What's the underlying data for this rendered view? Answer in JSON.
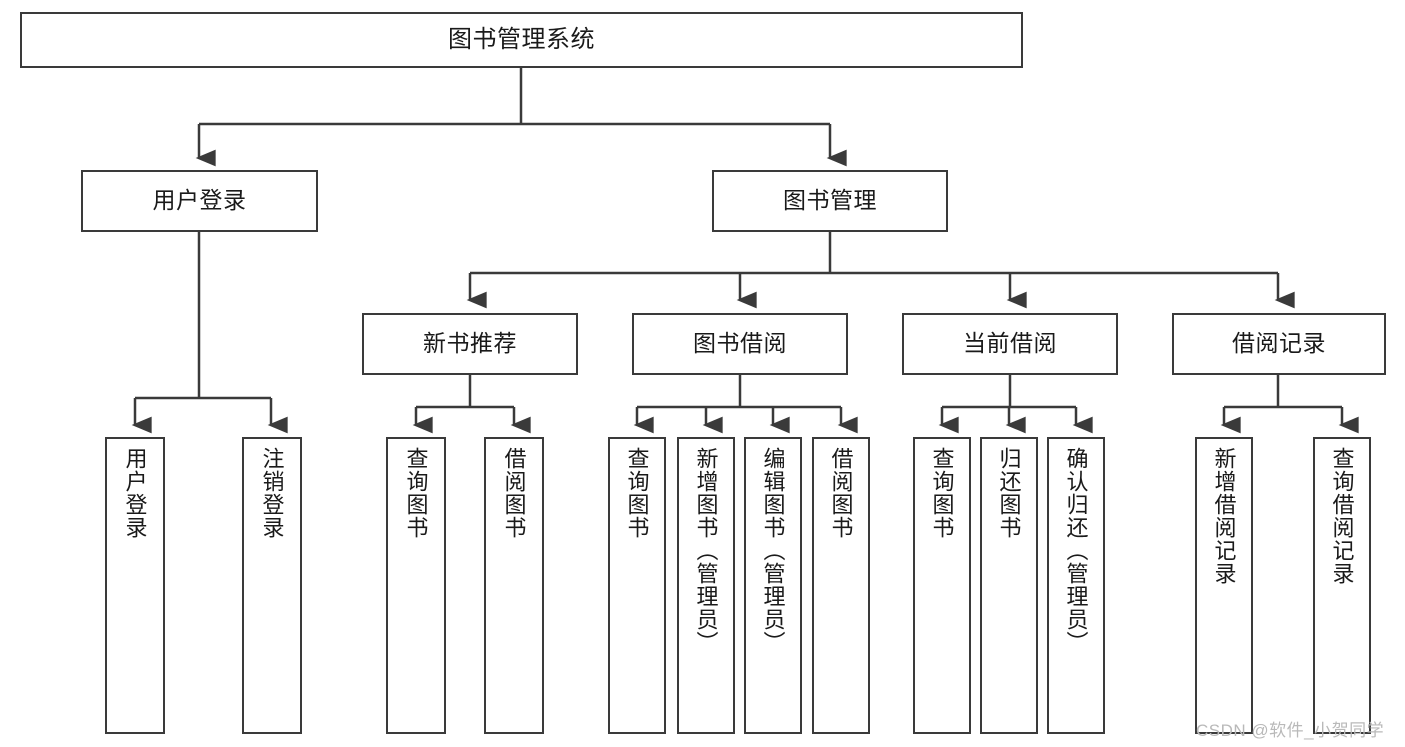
{
  "diagram": {
    "title": "图书管理系统",
    "type": "tree",
    "root": {
      "label": "图书管理系统"
    },
    "level1": [
      {
        "label": "用户登录"
      },
      {
        "label": "图书管理"
      }
    ],
    "level2": [
      {
        "label": "新书推荐"
      },
      {
        "label": "图书借阅"
      },
      {
        "label": "当前借阅"
      },
      {
        "label": "借阅记录"
      }
    ],
    "leaves": [
      {
        "label": "用户登录"
      },
      {
        "label": "注销登录"
      },
      {
        "label": "查询图书"
      },
      {
        "label": "借阅图书"
      },
      {
        "label": "查询图书"
      },
      {
        "label": "新增图书（管理员）"
      },
      {
        "label": "编辑图书（管理员）"
      },
      {
        "label": "借阅图书"
      },
      {
        "label": "查询图书"
      },
      {
        "label": "归还图书"
      },
      {
        "label": "确认归还（管理员）"
      },
      {
        "label": "新增借阅记录"
      },
      {
        "label": "查询借阅记录"
      }
    ],
    "colors": {
      "stroke": "#3a3a3a",
      "text": "#1a1a1a",
      "background": "#ffffff",
      "watermark": "#b9b9b9"
    }
  },
  "watermark": {
    "text": "CSDN @软件_小贺同学"
  }
}
